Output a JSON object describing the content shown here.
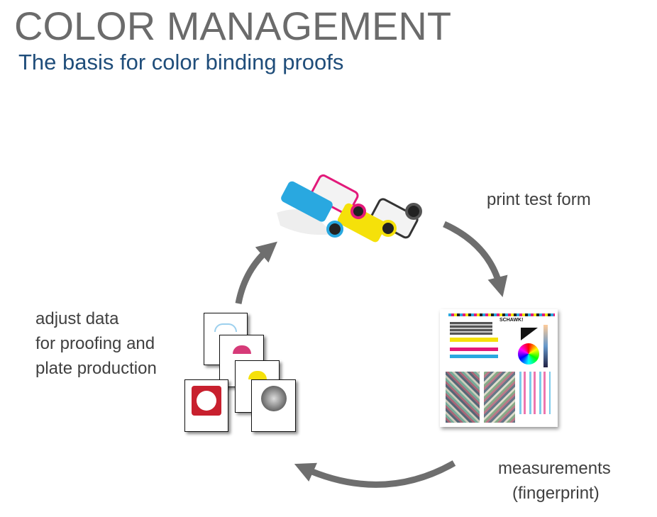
{
  "header": {
    "title": "COLOR MANAGEMENT",
    "subtitle": "The basis for color binding proofs"
  },
  "cycle": {
    "steps": [
      {
        "label": "print test form"
      },
      {
        "label_line1": "measurements",
        "label_line2": "(fingerprint)"
      },
      {
        "label_line1": "adjust data",
        "label_line2": "for proofing and",
        "label_line3": "plate production"
      }
    ]
  },
  "test_form": {
    "logo": "SCHAWK!"
  },
  "colors": {
    "arrow": "#6e6e6e",
    "cyan": "#29a8e0",
    "magenta": "#e2197a",
    "yellow": "#f5e10a",
    "black": "#333333",
    "title": "#6b6b6b",
    "subtitle": "#1f4d7a"
  }
}
